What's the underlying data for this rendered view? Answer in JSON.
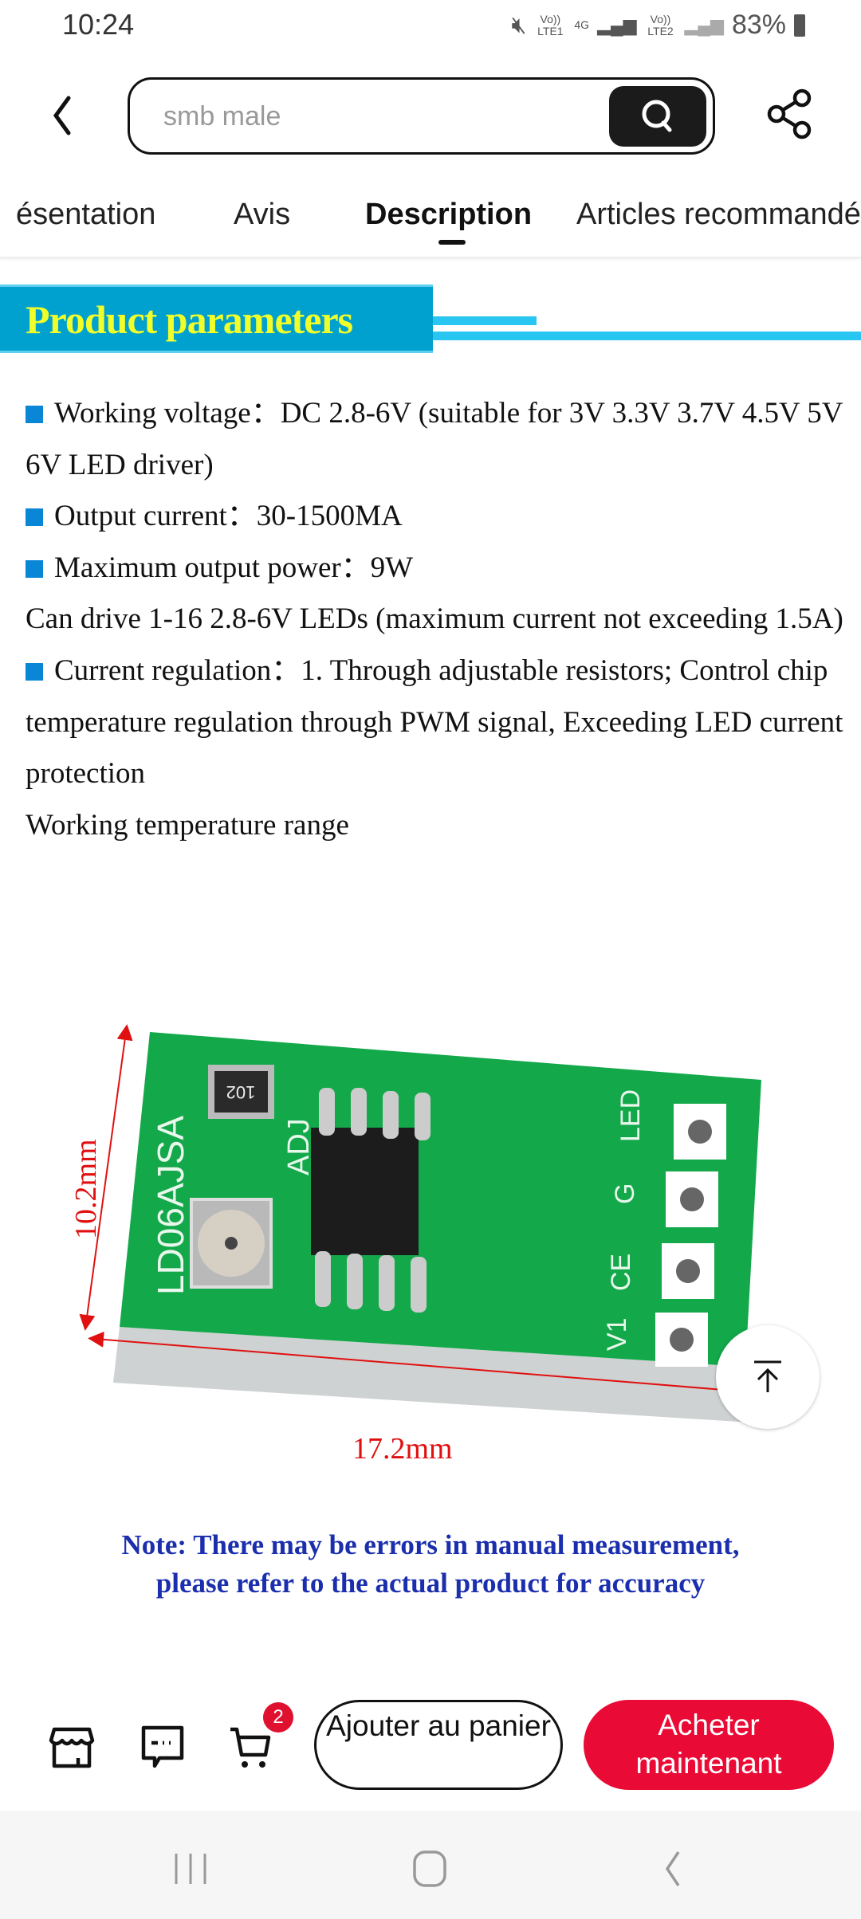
{
  "status_bar": {
    "time": "10:24",
    "sim1": "Vo)) LTE1",
    "network": "4G",
    "sim2": "Vo)) LTE2",
    "battery": "83%"
  },
  "header": {
    "search_placeholder": "smb male"
  },
  "tabs": [
    {
      "label": "ésentation"
    },
    {
      "label": "Avis"
    },
    {
      "label": "Description",
      "active": true
    },
    {
      "label": "Articles recommandés"
    }
  ],
  "banner": {
    "title": "Product parameters"
  },
  "params": {
    "working_voltage": "Working voltage：DC 2.8-6V (suitable for 3V 3.3V 3.7V 4.5V 5V 6V LED driver)",
    "output_current": "Output current：30-1500MA",
    "max_power": "Maximum output power：9W",
    "drive": "Can drive 1-16 2.8-6V LEDs (maximum current not exceeding 1.5A)",
    "regulation": "Current regulation：1. Through adjustable resistors; Control chip temperature regulation through PWM signal, Exceeding LED current protection",
    "temp": "Working temperature range"
  },
  "product_image": {
    "board_label": "LD06AJSA",
    "adj_label": "ADJ",
    "resistor_code": "102",
    "pins": [
      "LED",
      "G",
      "CE",
      "V1"
    ],
    "height_dim": "10.2mm",
    "width_dim": "17.2mm"
  },
  "note": {
    "line1": "Note: There may be errors in manual measurement,",
    "line2": "please refer to the actual product for accuracy"
  },
  "bottom_bar": {
    "cart_count": "2",
    "add_to_cart": "Ajouter au panier",
    "buy_now": "Acheter maintenant"
  },
  "colors": {
    "accent": "#ea0a36",
    "banner": "#00a0cf",
    "banner_text": "#f0ff2a",
    "note": "#1b2fae"
  }
}
